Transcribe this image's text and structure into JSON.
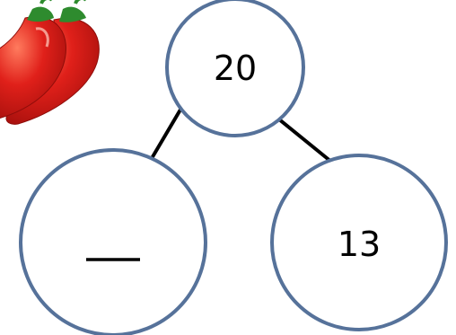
{
  "diagram": {
    "type": "number-bond",
    "whole": {
      "label": "20"
    },
    "parts": [
      {
        "label": "__",
        "missing": true
      },
      {
        "label": "13",
        "missing": false
      }
    ]
  },
  "decoration": {
    "name": "red-chili-peppers",
    "count": 2
  },
  "colors": {
    "circle_stroke": "#56729a",
    "circle_fill": "#ffffff",
    "connector": "#000000",
    "pepper_red": "#e0201a",
    "pepper_stem": "#2e8b2e"
  }
}
